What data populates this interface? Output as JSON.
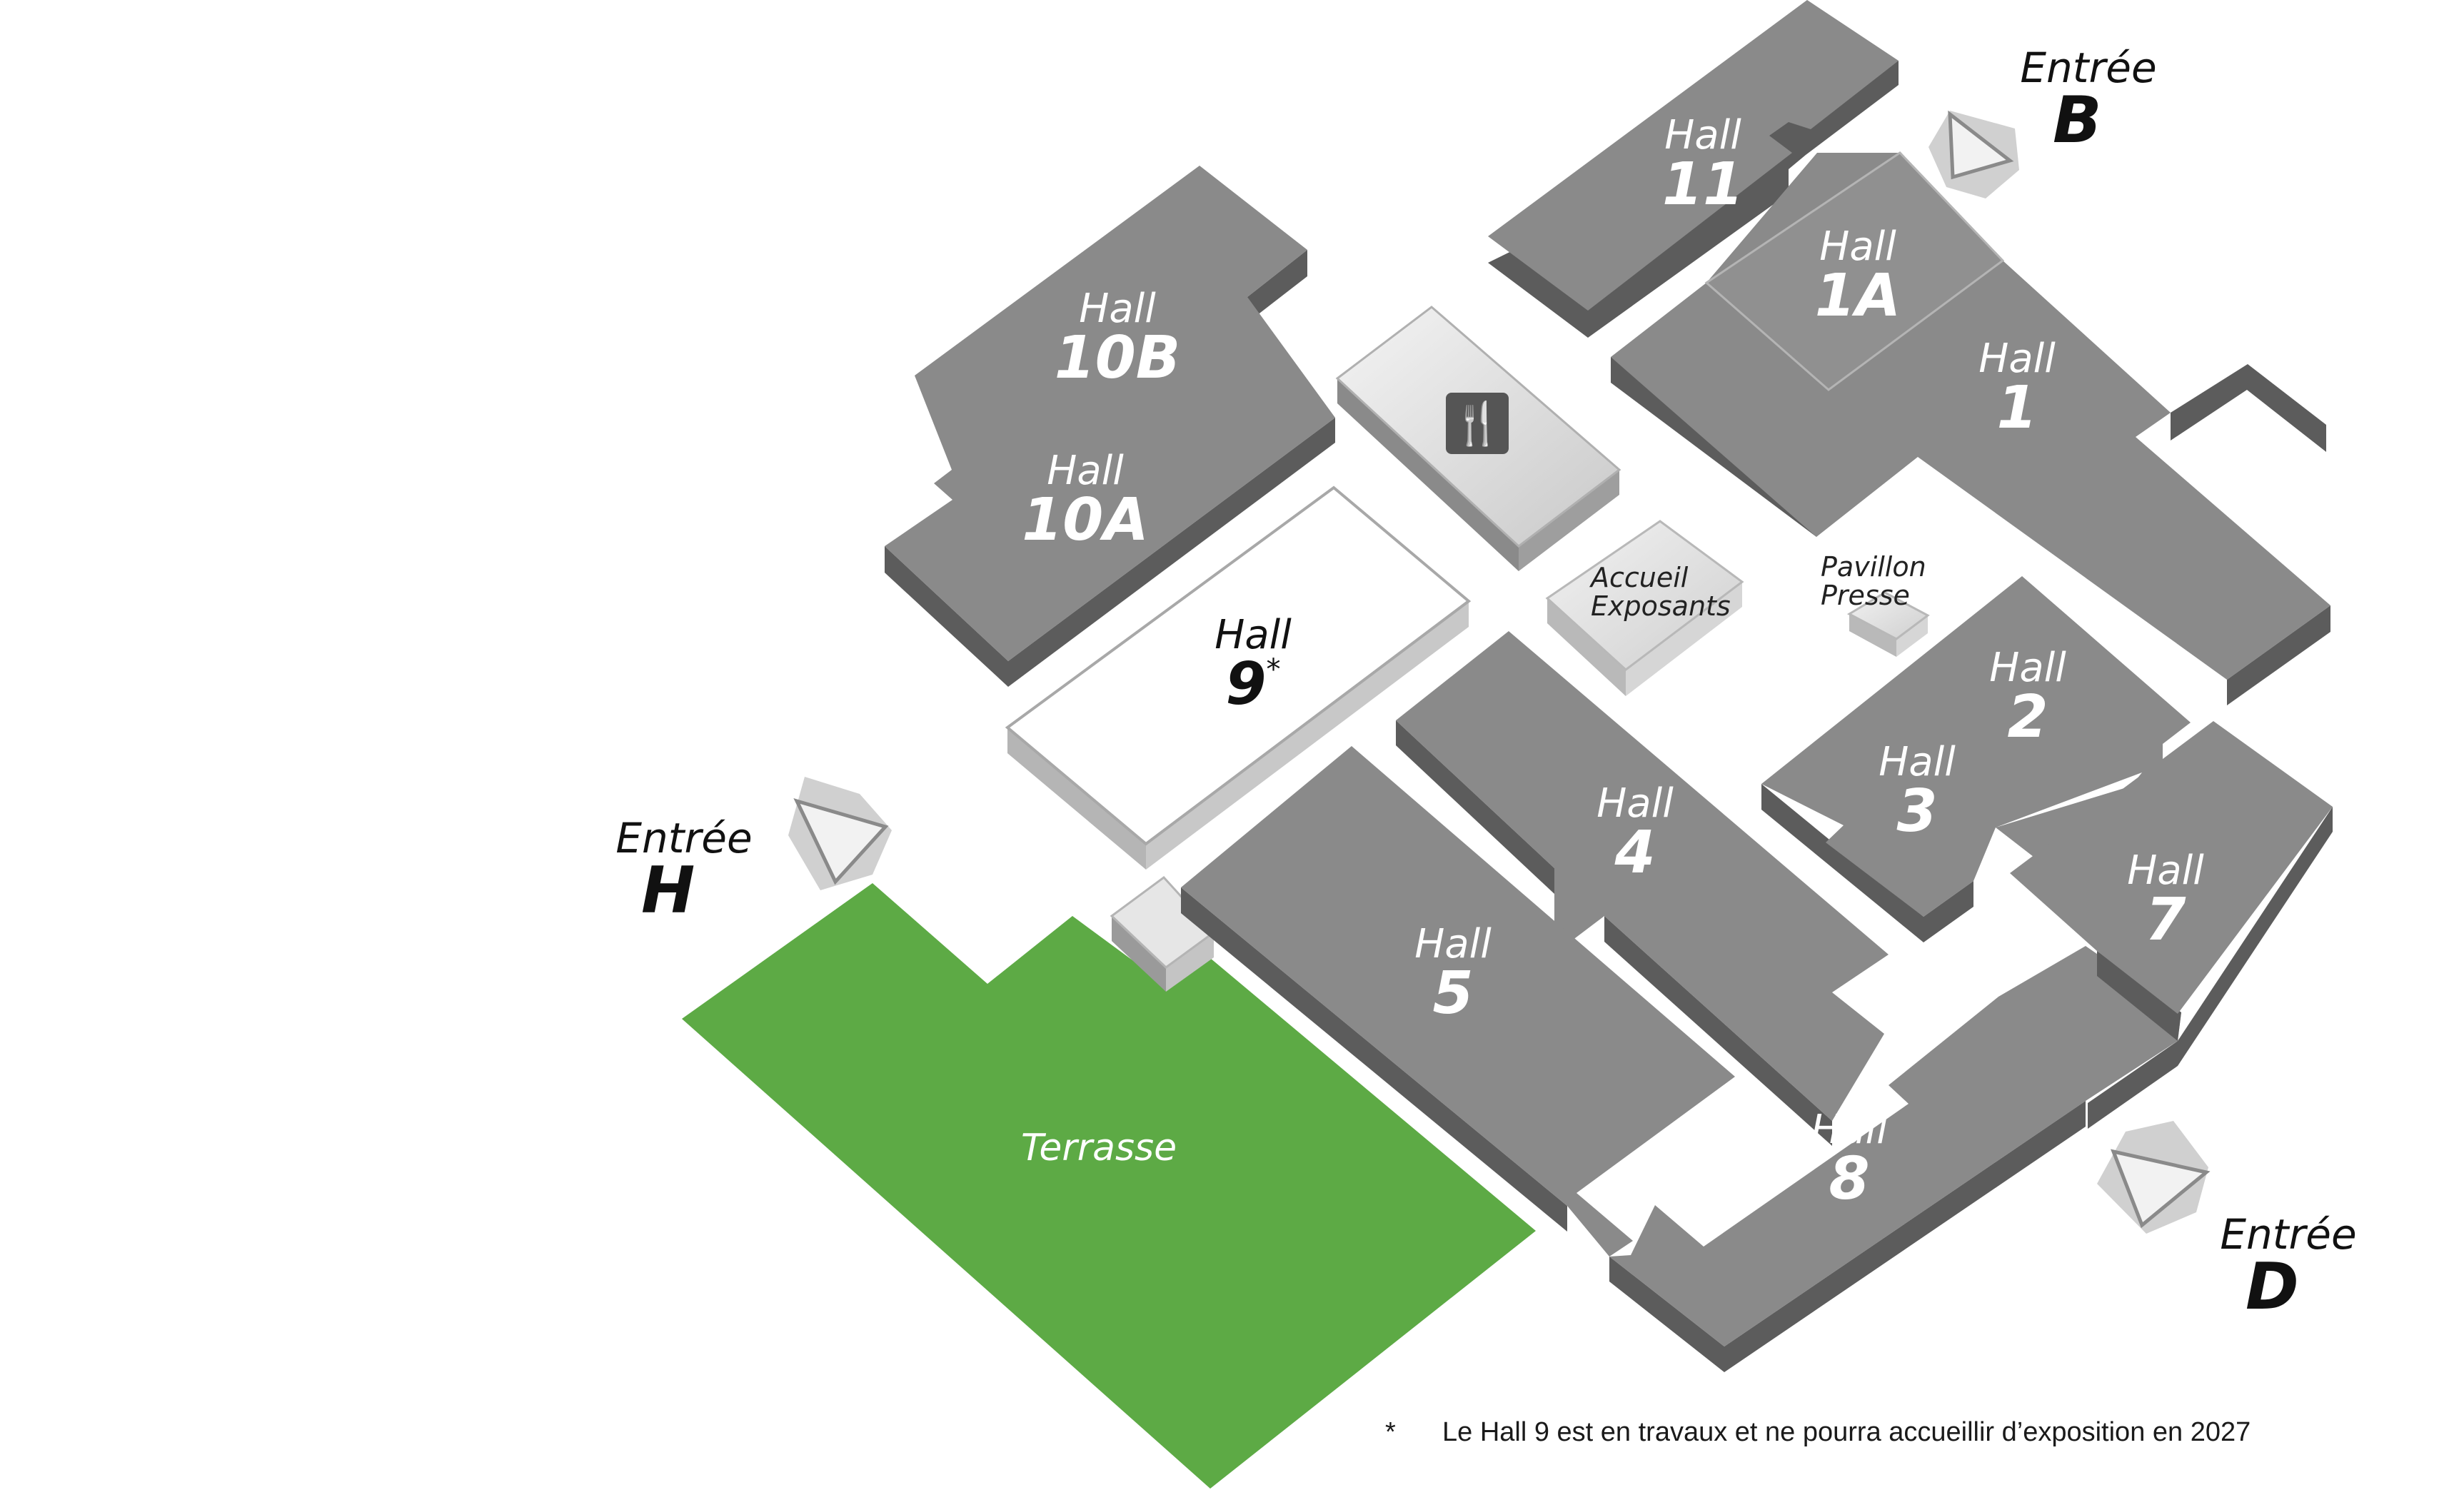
{
  "halls": [
    {
      "id": "11",
      "word": "Hall",
      "number": "11"
    },
    {
      "id": "1A",
      "word": "Hall",
      "number": "1A"
    },
    {
      "id": "1",
      "word": "Hall",
      "number": "1"
    },
    {
      "id": "10B",
      "word": "Hall",
      "number": "10B"
    },
    {
      "id": "10A",
      "word": "Hall",
      "number": "10A"
    },
    {
      "id": "9",
      "word": "Hall",
      "number": "9",
      "marker": "*"
    },
    {
      "id": "2",
      "word": "Hall",
      "number": "2"
    },
    {
      "id": "3",
      "word": "Hall",
      "number": "3"
    },
    {
      "id": "4",
      "word": "Hall",
      "number": "4"
    },
    {
      "id": "5",
      "word": "Hall",
      "number": "5"
    },
    {
      "id": "7",
      "word": "Hall",
      "number": "7"
    },
    {
      "id": "8",
      "word": "Hall",
      "number": "8"
    }
  ],
  "annexes": {
    "accueil": {
      "line1": "Accueil",
      "line2": "Exposants"
    },
    "pavillon": {
      "line1": "Pavillon",
      "line2": "Presse"
    },
    "restaurant_icon": "fork-knife-icon"
  },
  "entrances": [
    {
      "id": "B",
      "word": "Entrée",
      "letter": "B"
    },
    {
      "id": "H",
      "word": "Entrée",
      "letter": "H"
    },
    {
      "id": "D",
      "word": "Entrée",
      "letter": "D"
    }
  ],
  "terrasse": "Terrasse",
  "footnote": {
    "marker": "*",
    "text": "Le Hall 9 est en travaux et ne pourra accueillir d’exposition en 2027"
  },
  "colors": {
    "hall_top": "#8a8a8a",
    "hall_side": "#5e5e5e",
    "terrasse": "#5daa45",
    "entrance": "#d0d0d0"
  }
}
